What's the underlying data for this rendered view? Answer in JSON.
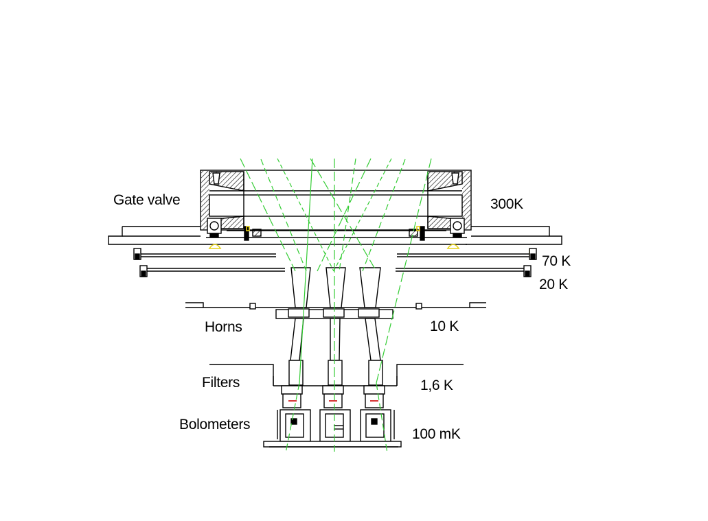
{
  "labels": {
    "gate_valve": "Gate valve",
    "horns": "Horns",
    "filters": "Filters",
    "bolometers": "Bolometers"
  },
  "temperatures": {
    "t300": "300K",
    "t70": "70 K",
    "t20": "20 K",
    "t10": "10 K",
    "t1_6": "1,6 K",
    "t100m": "100 mK"
  },
  "colors": {
    "line": "#000000",
    "beam": "#33cc33",
    "hatch": "#000000",
    "fastener": "#e6d21a",
    "filter_mark": "#cc0000"
  }
}
